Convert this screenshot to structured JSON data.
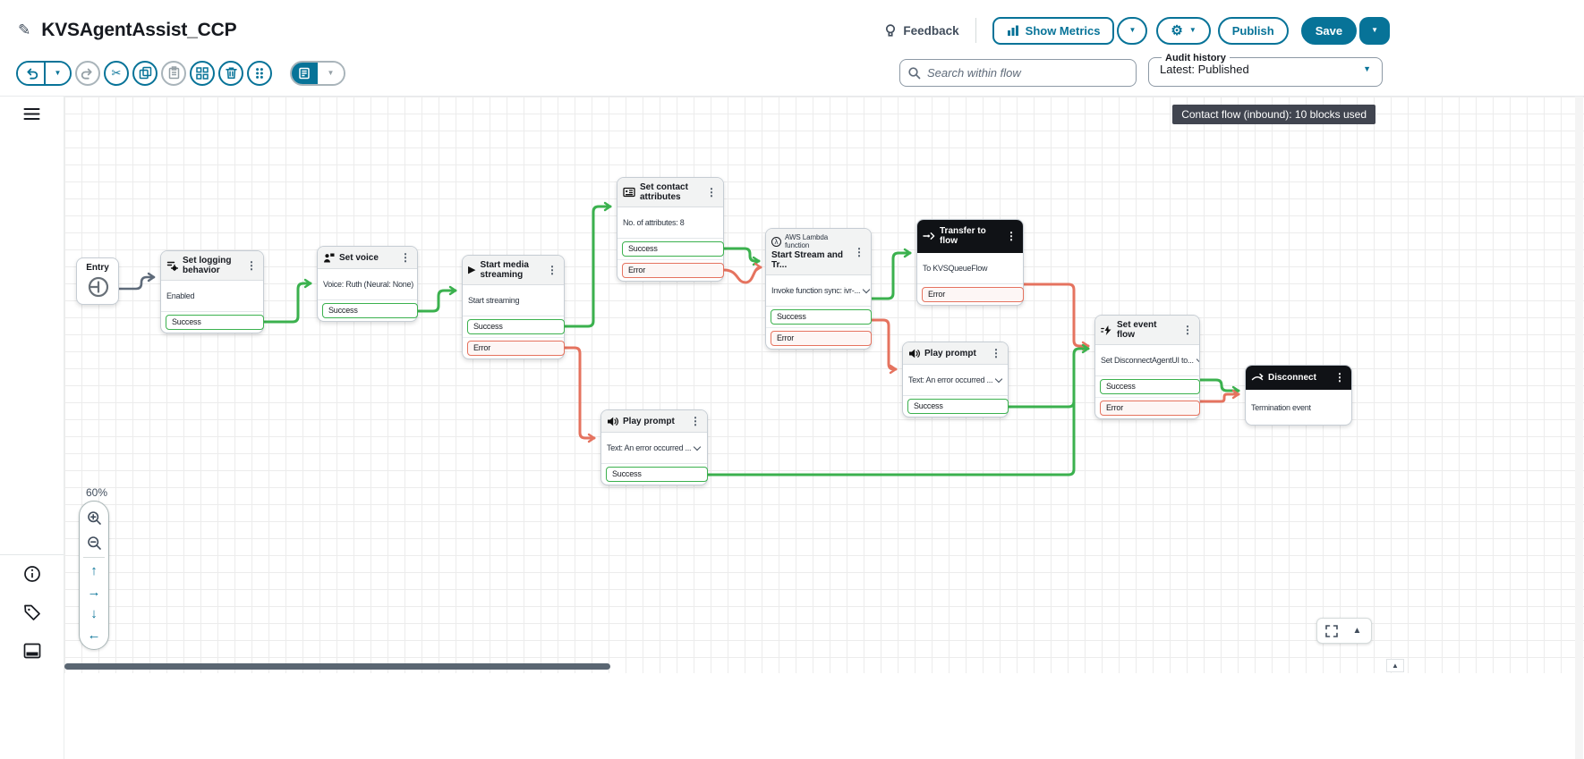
{
  "colors": {
    "accent": "#077398",
    "success": "#3bb14e",
    "error": "#e5735f",
    "edge_gray": "#5f6b7a",
    "badge_bg": "#414550",
    "ink": "#16191f"
  },
  "icons": {
    "pencil": "✎",
    "gear": "⚙",
    "caret_down": "▼",
    "kebab": "⋮",
    "play": "▶",
    "scissors": "✂",
    "lambda": "λ",
    "arrow_up": "↑",
    "arrow_right": "→",
    "arrow_down": "↓",
    "arrow_left": "←",
    "triangle_up": "▲",
    "small_triangle_up": "▴"
  },
  "header": {
    "title": "KVSAgentAssist_CCP",
    "feedback": "Feedback",
    "show_metrics": "Show Metrics",
    "publish": "Publish",
    "save": "Save"
  },
  "toolbar": {
    "search_placeholder": "Search within flow",
    "audit_label": "Audit history",
    "audit_value": "Latest: Published"
  },
  "canvas": {
    "badge": "Contact flow (inbound): 10 blocks used",
    "zoom_level": "60%"
  },
  "nodes": [
    {
      "title": "Entry"
    },
    {
      "title": "Set logging behavior",
      "body": "Enabled",
      "outputs": [
        "Success"
      ]
    },
    {
      "title": "Set voice",
      "body": "Voice: Ruth (Neural: None)",
      "outputs": [
        "Success"
      ]
    },
    {
      "title": "Start media streaming",
      "body": "Start streaming",
      "outputs": [
        "Success",
        "Error"
      ]
    },
    {
      "title": "Set contact attributes",
      "body": "No. of attributes: 8",
      "outputs": [
        "Success",
        "Error"
      ]
    },
    {
      "category": "AWS Lambda function",
      "title": "Start Stream and Tr...",
      "body": "Invoke function sync: ivr-...",
      "outputs": [
        "Success",
        "Error"
      ]
    },
    {
      "title": "Transfer to flow",
      "body": "To KVSQueueFlow",
      "outputs": [
        "Error"
      ]
    },
    {
      "title": "Play prompt",
      "body": "Text: An error occurred ...",
      "outputs": [
        "Success"
      ]
    },
    {
      "title": "Set event flow",
      "body": "Set DisconnectAgentUI to...",
      "outputs": [
        "Success",
        "Error"
      ]
    },
    {
      "title": "Disconnect",
      "body": "Termination event"
    },
    {
      "title": "Play prompt",
      "body": "Text: An error occurred ...",
      "outputs": [
        "Success"
      ]
    }
  ],
  "edges": [
    {
      "from": "Entry",
      "to": "Set logging behavior",
      "type": "default"
    },
    {
      "from": "Set logging behavior / Success",
      "to": "Set voice",
      "type": "success"
    },
    {
      "from": "Set voice / Success",
      "to": "Start media streaming",
      "type": "success"
    },
    {
      "from": "Start media streaming / Success",
      "to": "Set contact attributes",
      "type": "success"
    },
    {
      "from": "Start media streaming / Error",
      "to": "Play prompt (bottom)",
      "type": "error"
    },
    {
      "from": "Set contact attributes / Success",
      "to": "AWS Lambda function",
      "type": "success"
    },
    {
      "from": "Set contact attributes / Error",
      "to": "AWS Lambda function",
      "type": "error"
    },
    {
      "from": "AWS Lambda function / Success",
      "to": "Transfer to flow",
      "type": "success"
    },
    {
      "from": "AWS Lambda function / Error",
      "to": "Play prompt (right)",
      "type": "error"
    },
    {
      "from": "Transfer to flow / Error",
      "to": "Set event flow",
      "type": "error"
    },
    {
      "from": "Play prompt (right) / Success",
      "to": "Set event flow",
      "type": "success"
    },
    {
      "from": "Play prompt (bottom) / Success",
      "to": "Set event flow",
      "type": "success"
    },
    {
      "from": "Set event flow / Success",
      "to": "Disconnect",
      "type": "success"
    },
    {
      "from": "Set event flow / Error",
      "to": "Disconnect",
      "type": "error"
    }
  ]
}
